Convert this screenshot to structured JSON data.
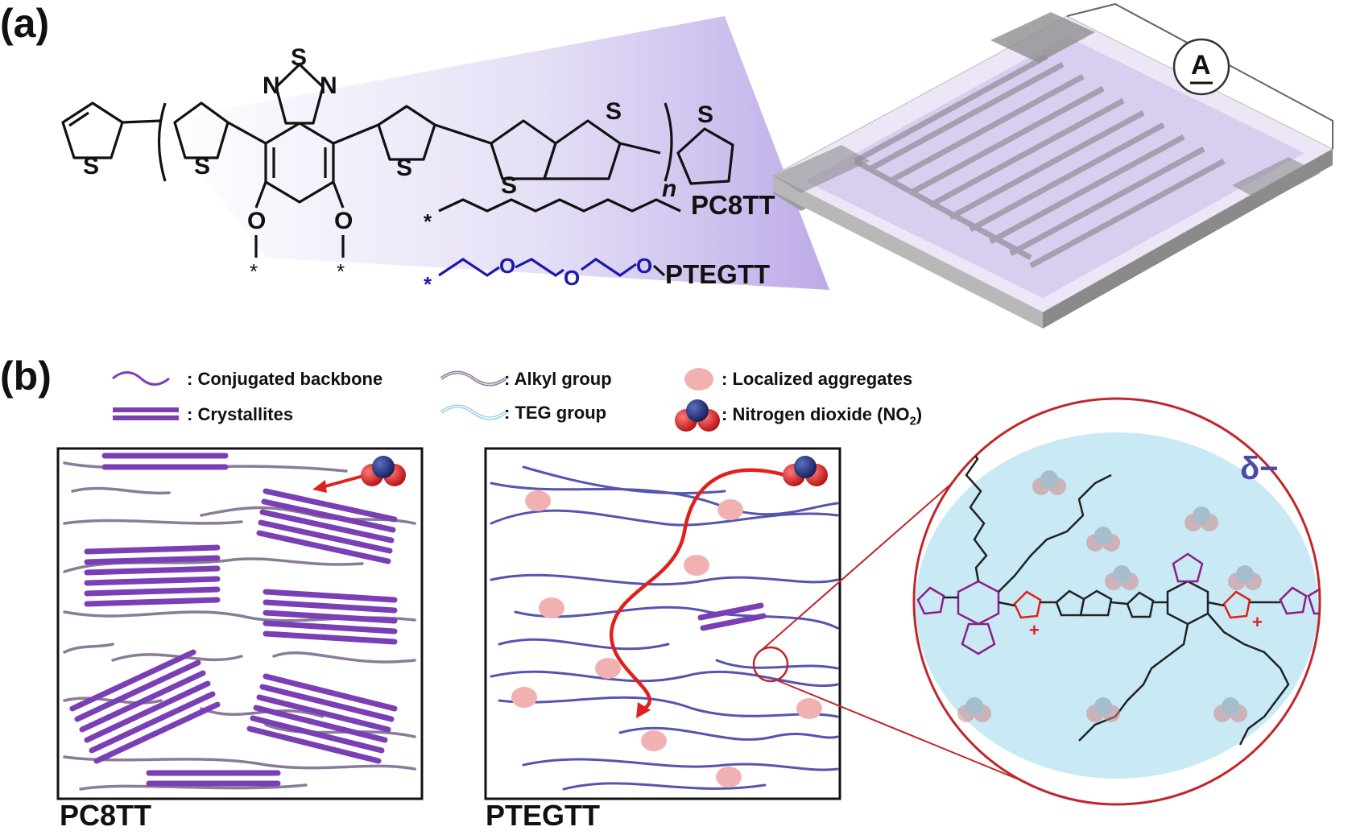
{
  "panels": {
    "a": "(a)",
    "b": "(b)"
  },
  "panel_a": {
    "polymer_names": [
      "PC8TT",
      "PTEGTT"
    ],
    "atom_labels": {
      "sulfur": "S",
      "nitrogen": "N",
      "oxygen": "O",
      "attachment": "*",
      "repeat": "n"
    },
    "ammeter": "A"
  },
  "legend": {
    "conjugated_backbone": ": Conjugated backbone",
    "crystallites": ": Crystallites",
    "alkyl_group": ": Alkyl group",
    "teg_group": ": TEG group",
    "localized_aggregates": ": Localized aggregates",
    "nitrogen_dioxide": ": Nitrogen dioxide (NO",
    "nitrogen_dioxide_sub": "2",
    "nitrogen_dioxide_end": ")"
  },
  "panel_b": {
    "left_caption": "PC8TT",
    "right_caption": "PTEGTT",
    "zoom_charge": "δ−",
    "charges": {
      "plus": "+",
      "minus": "−"
    }
  },
  "colors": {
    "purple": "#7b3fb5",
    "backbone_blue": "#4a4aa8",
    "red": "#e0201b",
    "aggregate": "#f2b1b1",
    "zoom_fill": "#c9e9f5",
    "zoom_border": "#c0262a",
    "teg_blue": "#1a1aa8",
    "no2_blue": "#1f2f78",
    "no2_red": "#d32020"
  }
}
